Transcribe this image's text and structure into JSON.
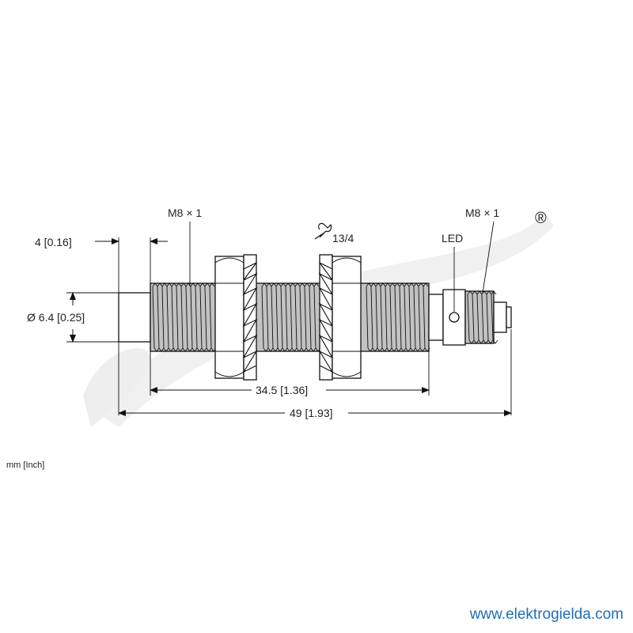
{
  "drawing": {
    "thread_left": "M8 × 1",
    "thread_right": "M8 × 1",
    "wrench_size": "13/4",
    "led": "LED",
    "dim_tip_length": "4 [0.16]",
    "dim_diameter": "Ø 6.4 [0.25]",
    "dim_thread_length": "34.5 [1.36]",
    "dim_total_length": "49 [1.93]",
    "registered_mark": "®"
  },
  "units_note": "mm [Inch]",
  "footer": {
    "url": "www.elektrogielda.com"
  },
  "colors": {
    "outline": "#111111",
    "thread_fill": "#bdbdbd",
    "watermark": "#ececec",
    "url": "#1f6fb5"
  },
  "watermark_mark": "elektrogielda-logo"
}
